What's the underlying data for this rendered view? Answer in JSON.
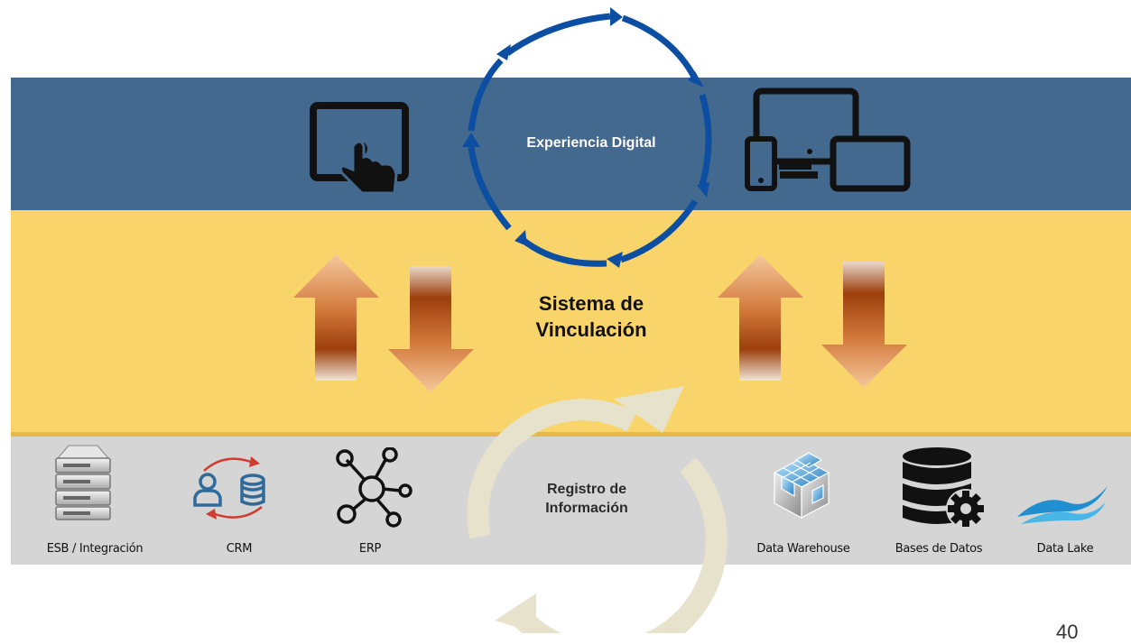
{
  "bands": {
    "top_color": "#44698e",
    "middle_color": "#f9d46b",
    "bottom_color": "#d5d5d5"
  },
  "digital_cycle": {
    "label": "Experiencia Digital",
    "color": "#0b4ea2"
  },
  "middle": {
    "label_line1": "Sistema de",
    "label_line2": "Vinculación",
    "arrow_colors": [
      "#f5c89c",
      "#b0480d"
    ]
  },
  "record_cycle": {
    "label_line1": "Registro de",
    "label_line2": "Información",
    "color": "#e7e2cc"
  },
  "top_icons": [
    {
      "icon": "tablet-touch-icon"
    },
    {
      "icon": "multi-device-icon"
    }
  ],
  "systems": [
    {
      "label": "ESB / Integración",
      "icon": "server-rack-icon"
    },
    {
      "label": "CRM",
      "icon": "crm-sync-icon"
    },
    {
      "label": "ERP",
      "icon": "network-nodes-icon"
    },
    {
      "label": "Data Warehouse",
      "icon": "cube-warehouse-icon"
    },
    {
      "label": "Bases de Datos",
      "icon": "database-gear-icon"
    },
    {
      "label": "Data Lake",
      "icon": "waves-icon"
    }
  ],
  "page_number": "40"
}
